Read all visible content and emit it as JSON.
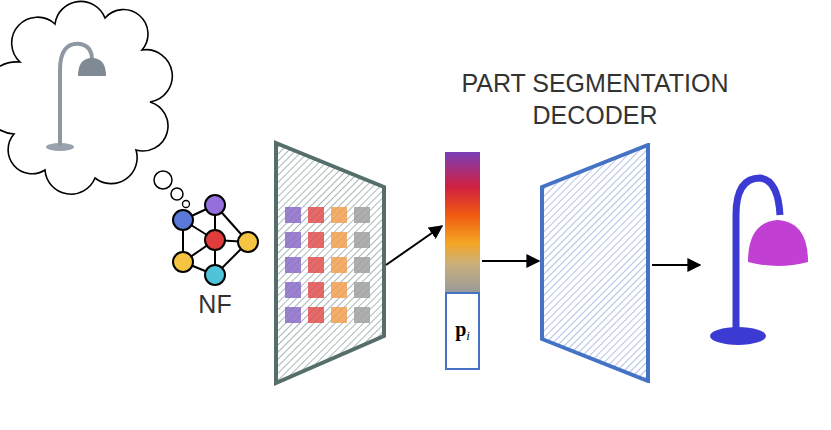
{
  "diagram": {
    "nodes": [
      {
        "text": [
          "p",
          "i"
        ]
      },
      {
        "text": [
          "PART SEGMENTATION DECODER"
        ]
      }
    ],
    "edges": [
      {
        "from": 0,
        "to": 1,
        "arrow": "to"
      }
    ],
    "labels": [
      "NF"
    ]
  }
}
